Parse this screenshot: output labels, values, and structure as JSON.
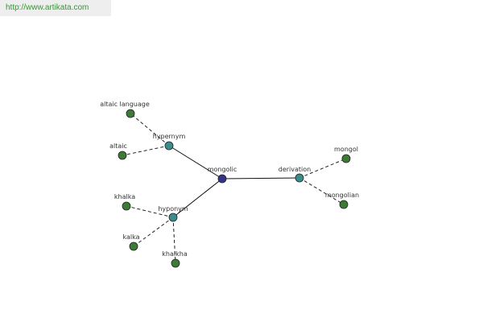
{
  "header": {
    "site_link": "http://www.artikata.com"
  },
  "colors": {
    "center_node": "#333388",
    "relation_node": "#3b8c8c",
    "leaf_node": "#3d7a36",
    "node_stroke": "#222222",
    "edge": "#111111",
    "dashed_edge": "#222222",
    "link": "#339933"
  },
  "graph": {
    "center": {
      "id": "mongolic",
      "label": "mongolic",
      "kind": "center"
    },
    "relations": [
      {
        "id": "hypernym",
        "label": "hypernym",
        "kind": "relation"
      },
      {
        "id": "hyponym",
        "label": "hyponym",
        "kind": "relation"
      },
      {
        "id": "derivation",
        "label": "derivation",
        "kind": "relation"
      }
    ],
    "leaves": [
      {
        "id": "altaic-language",
        "label": "altaic language",
        "relation": "hypernym"
      },
      {
        "id": "altaic",
        "label": "altaic",
        "relation": "hypernym"
      },
      {
        "id": "khalka",
        "label": "khalka",
        "relation": "hyponym"
      },
      {
        "id": "kalka",
        "label": "kalka",
        "relation": "hyponym"
      },
      {
        "id": "khalkha",
        "label": "khalkha",
        "relation": "hyponym"
      },
      {
        "id": "mongol",
        "label": "mongol",
        "relation": "derivation"
      },
      {
        "id": "mongolian",
        "label": "mongolian",
        "relation": "derivation"
      }
    ]
  }
}
